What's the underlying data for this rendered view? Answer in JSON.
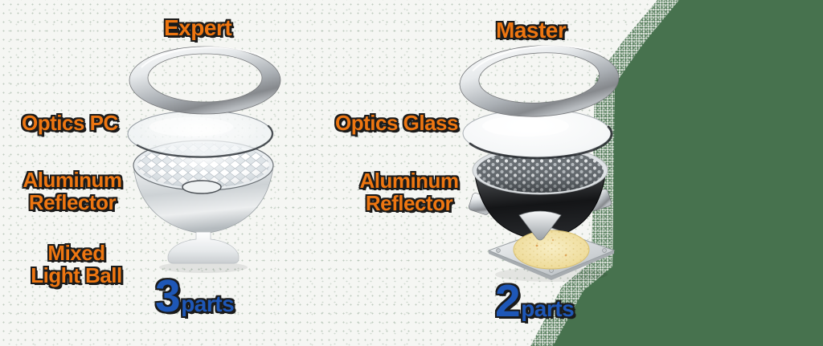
{
  "colors": {
    "label_orange": "#EE7611",
    "parts_blue": "#1E57B7",
    "background_green": "#47724E",
    "outline_dark": "#1B1B1B"
  },
  "panels": {
    "expert": {
      "title": "Expert",
      "optics_label": "Optics PC",
      "reflector_label_line1": "Aluminum",
      "reflector_label_line2": "Reflector",
      "ball_label_line1": "Mixed",
      "ball_label_line2": "Light Ball",
      "parts_number": "3",
      "parts_word": "parts"
    },
    "master": {
      "title": "Master",
      "optics_label": "Optics Glass",
      "reflector_label_line1": "Aluminum",
      "reflector_label_line2": "Reflector",
      "parts_number": "2",
      "parts_word": "parts"
    }
  }
}
